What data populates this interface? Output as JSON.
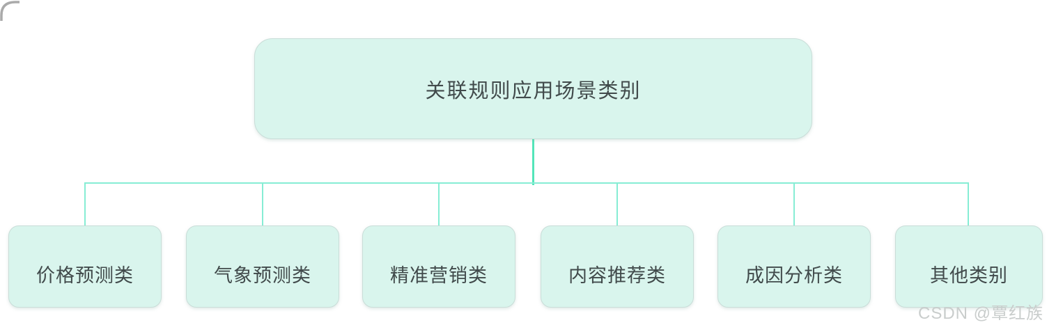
{
  "diagram": {
    "title": "association-rule-application-scenarios-tree",
    "root": {
      "label": "关联规则应用场景类别"
    },
    "children": [
      {
        "label": "价格预测类"
      },
      {
        "label": "气象预测类"
      },
      {
        "label": "精准营销类"
      },
      {
        "label": "内容推荐类"
      },
      {
        "label": "成因分析类"
      },
      {
        "label": "其他类别"
      }
    ],
    "colors": {
      "node_fill": "#d9f5ed",
      "node_border": "#c9ddd8",
      "text_color": "#414a4b",
      "connector_main": "#53e5b9",
      "connector_branch": "#86edd4",
      "watermark_color": "#c9cdcc"
    }
  },
  "watermark": {
    "text": "CSDN @覃红族"
  }
}
